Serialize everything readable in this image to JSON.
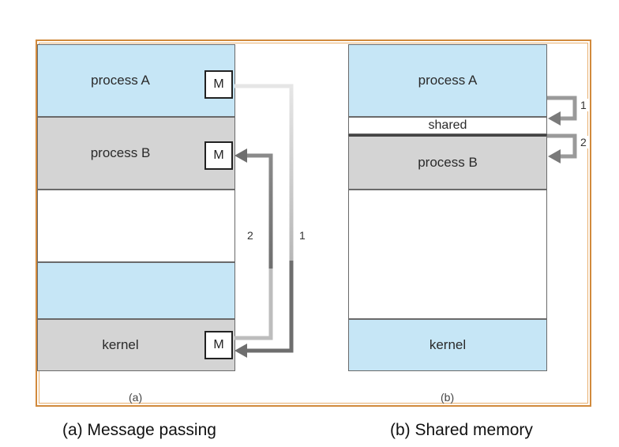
{
  "message_passing": {
    "process_a": "process A",
    "process_b": "process B",
    "kernel": "kernel",
    "message": "M",
    "arrow_1": "1",
    "arrow_2": "2",
    "sublabel": "(a)"
  },
  "shared_memory": {
    "process_a": "process A",
    "shared": "shared",
    "process_b": "process B",
    "kernel": "kernel",
    "arrow_1": "1",
    "arrow_2": "2",
    "sublabel": "(b)"
  },
  "captions": {
    "left": "(a) Message passing",
    "right": "(b) Shared memory"
  },
  "colors": {
    "process_blue": "#c6e6f6",
    "process_gray": "#d4d4d4",
    "frame_orange": "#d18a3c",
    "arrow_dark": "#6e6e6e",
    "arrow_light": "#bdbdbd"
  }
}
